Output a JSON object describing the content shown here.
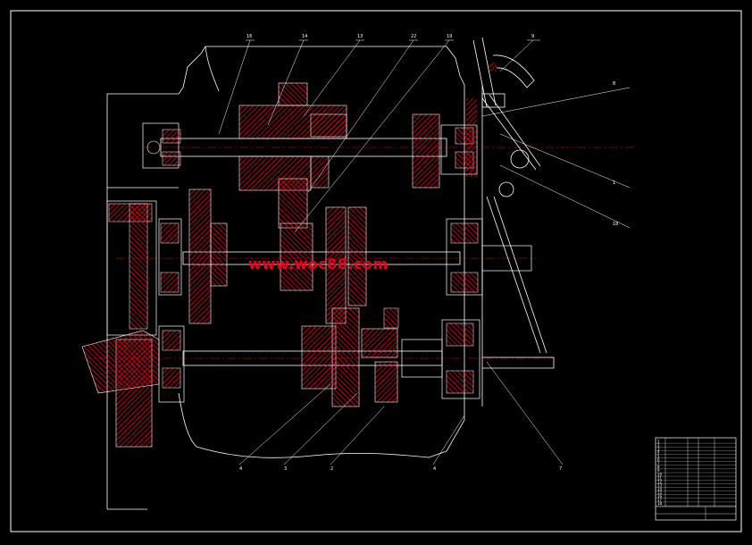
{
  "watermark": "www.woc88.com",
  "callouts": {
    "top": [
      "16",
      "14",
      "13",
      "22",
      "19",
      "9"
    ],
    "right": [
      "8",
      "1",
      "18"
    ],
    "bottom": [
      "4",
      "3",
      "2",
      "4",
      "7"
    ]
  },
  "title_block": {
    "rows": [
      "1",
      "2",
      "3",
      "4",
      "5",
      "6",
      "7",
      "8",
      "9",
      "10",
      "11",
      "12",
      "13",
      "14",
      "15",
      "16",
      "17",
      "18"
    ],
    "caption": ""
  },
  "colors": {
    "background": "#000000",
    "outline": "#ffffff",
    "hatch": "#e8001a",
    "centerline": "#e8001a",
    "watermark": "#e8001a"
  }
}
